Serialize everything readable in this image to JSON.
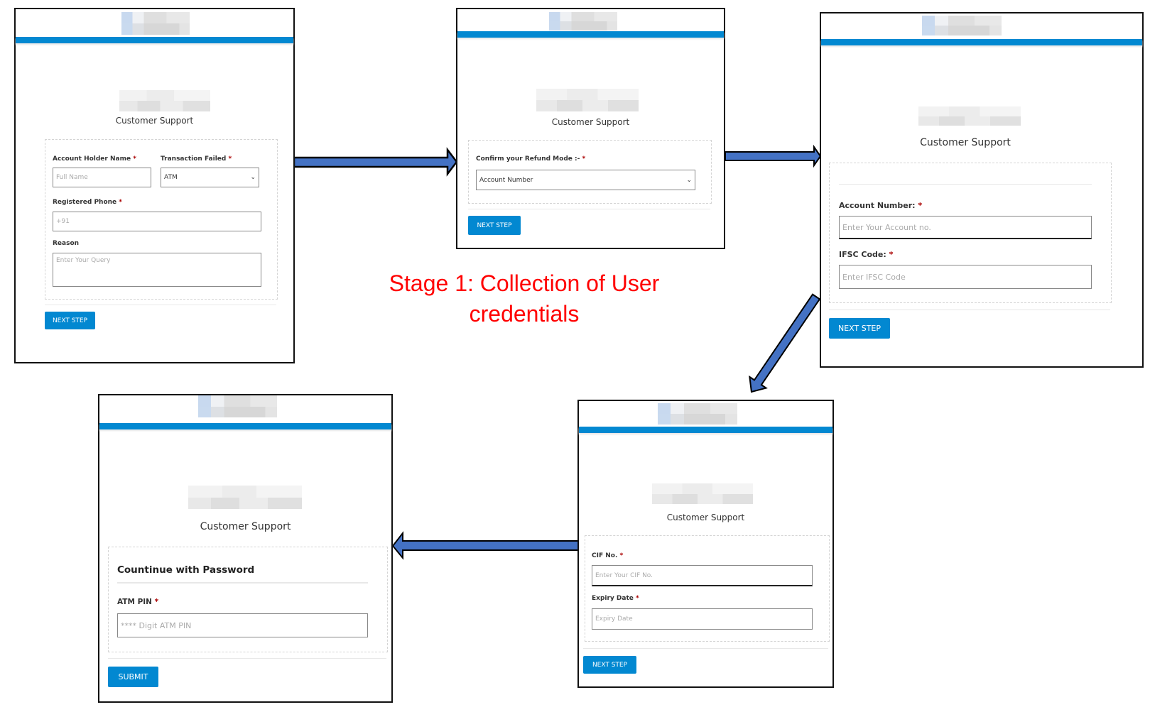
{
  "title": {
    "line1": "Stage 1: Collection of User",
    "line2": "credentials",
    "color": "#ff0000"
  },
  "colors": {
    "brand_bar": "#0288d1",
    "button": "#0288d1",
    "arrow_fill": "#4472c4"
  },
  "step1": {
    "heading": "Customer Support",
    "account_holder_label": "Account Holder Name",
    "account_holder_placeholder": "Full Name",
    "transaction_label": "Transaction Failed",
    "transaction_value": "ATM",
    "phone_label": "Registered Phone",
    "phone_placeholder": "+91",
    "reason_label": "Reason",
    "reason_placeholder": "Enter Your Query",
    "button": "NEXT STEP"
  },
  "step2": {
    "heading": "Customer Support",
    "refund_label": "Confirm your Refund Mode :-",
    "refund_value": "Account Number",
    "button": "NEXT STEP"
  },
  "step3": {
    "heading": "Customer Support",
    "account_label": "Account Number:",
    "account_placeholder": "Enter Your Account no.",
    "ifsc_label": "IFSC Code:",
    "ifsc_placeholder": "Enter IFSC Code",
    "button": "NEXT STEP"
  },
  "step4": {
    "heading": "Customer Support",
    "cif_label": "CIF No.",
    "cif_placeholder": "Enter Your CIF No.",
    "expiry_label": "Expiry Date",
    "expiry_placeholder": "Expiry Date",
    "button": "NEXT STEP"
  },
  "step5": {
    "heading": "Customer Support",
    "section_title": "Countinue with Password",
    "pin_label": "ATM PIN",
    "pin_placeholder": "**** Digit ATM PIN",
    "button": "SUBMIT"
  },
  "required_mark": "*"
}
